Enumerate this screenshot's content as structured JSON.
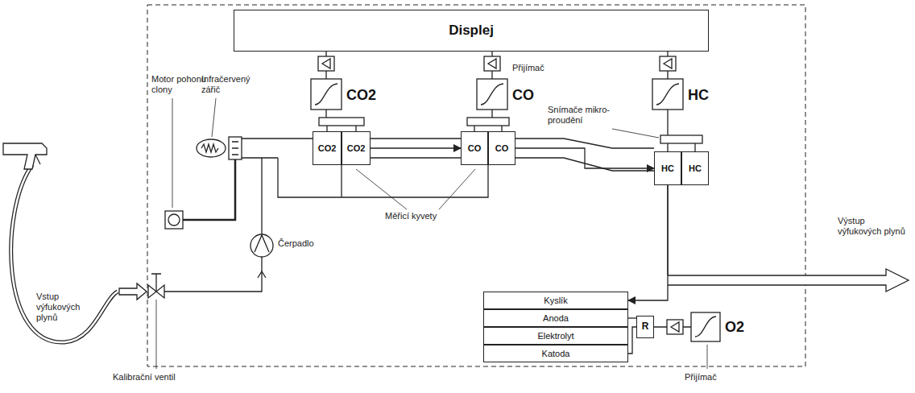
{
  "diagram": {
    "nodes": [
      {
        "text": [
          "Displej"
        ]
      },
      {
        "text": [
          "CO2"
        ]
      },
      {
        "text": [
          "CO2"
        ]
      },
      {
        "text": [
          "CO"
        ]
      },
      {
        "text": [
          "CO"
        ]
      },
      {
        "text": [
          "HC"
        ]
      },
      {
        "text": [
          "HC"
        ]
      },
      {
        "text": [
          "Kyslík"
        ]
      },
      {
        "text": [
          "Anoda"
        ]
      },
      {
        "text": [
          "Elektrolyt"
        ]
      },
      {
        "text": [
          "Katoda"
        ]
      },
      {
        "text": [
          "R"
        ]
      }
    ],
    "edges": [
      {
        "from": 2,
        "to": 3,
        "arrow": "to"
      },
      {
        "from": 4,
        "to": 5,
        "arrow": "to"
      },
      {
        "from": 5,
        "to": 7,
        "arrow": "to"
      },
      {
        "from": 8,
        "to": 11,
        "arrow": "none"
      },
      {
        "from": 10,
        "to": 11,
        "arrow": "none"
      }
    ],
    "labels": [
      "Motor pohonu clony",
      "Infračervený zářič",
      "CO2",
      "Přijímač",
      "CO",
      "HC",
      "Snímače mikro- proudění",
      "Měřicí kyvety",
      "Čerpadlo",
      "Vstup výfukových plynů",
      "Kalibrační ventil",
      "Výstup výfukových plynů",
      "O2",
      "Přijímač"
    ]
  }
}
